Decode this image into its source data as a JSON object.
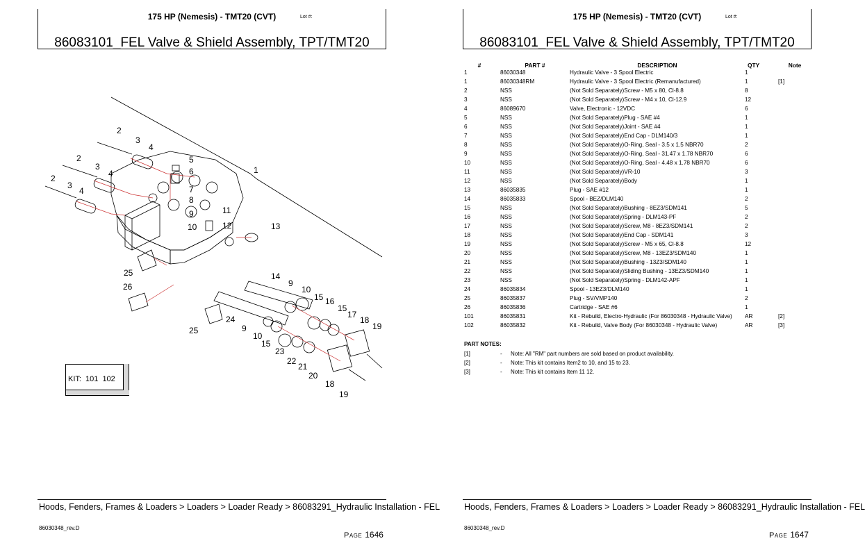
{
  "pages": [
    {
      "model": "175 HP (Nemesis) - TMT20 (CVT)",
      "lot_label": "Lot #:",
      "title": "86083101_FEL Valve & Shield Assembly, TPT/TMT20",
      "breadcrumb": "Hoods, Fenders, Frames & Loaders > Loaders > Loader Ready > 86083291_Hydraulic Installation - FEL",
      "doc_ref": "86030348_rev.D",
      "page_label": "Page",
      "page_number": "1646"
    },
    {
      "model": "175 HP (Nemesis) - TMT20 (CVT)",
      "lot_label": "Lot #:",
      "title": "86083101_FEL Valve & Shield Assembly, TPT/TMT20",
      "breadcrumb": "Hoods, Fenders, Frames & Loaders > Loaders > Loader Ready > 86083291_Hydraulic Installation - FEL",
      "doc_ref": "86030348_rev.D",
      "page_label": "Page",
      "page_number": "1647"
    }
  ],
  "diagram": {
    "callouts": [
      "2",
      "3",
      "4",
      "2",
      "3",
      "4",
      "2",
      "3",
      "4",
      "5",
      "6",
      "1",
      "7",
      "8",
      "9",
      "10",
      "11",
      "12",
      "13",
      "25",
      "26",
      "14",
      "9",
      "10",
      "15",
      "16",
      "15",
      "17",
      "18",
      "19",
      "24",
      "9",
      "10",
      "15",
      "23",
      "22",
      "21",
      "20",
      "18",
      "19",
      "25"
    ],
    "kit_label": "KIT:",
    "kit_items": [
      "101",
      "102"
    ]
  },
  "table": {
    "headers": [
      "#",
      "PART #",
      "DESCRIPTION",
      "QTY",
      "Note"
    ],
    "rows": [
      [
        "1",
        "86030348",
        "Hydraulic Valve - 3 Spool Electric",
        "1",
        ""
      ],
      [
        "1",
        "86030348RM",
        "Hydraulic Valve - 3 Spool Electric (Remanufactured)",
        "1",
        "[1]"
      ],
      [
        "2",
        "NSS",
        "(Not Sold Separately)Screw - M5 x 80, Cl-8.8",
        "8",
        ""
      ],
      [
        "3",
        "NSS",
        "(Not Sold Separately)Screw - M4 x 10, Cl-12.9",
        "12",
        ""
      ],
      [
        "4",
        "86089670",
        "Valve, Electronic - 12VDC",
        "6",
        ""
      ],
      [
        "5",
        "NSS",
        "(Not Sold Separately)Plug - SAE #4",
        "1",
        ""
      ],
      [
        "6",
        "NSS",
        "(Not Sold Separately)Joint - SAE #4",
        "1",
        ""
      ],
      [
        "7",
        "NSS",
        "(Not Sold Separately)End Cap - DLM140/3",
        "1",
        ""
      ],
      [
        "8",
        "NSS",
        "(Not Sold Separately)O-Ring, Seal - 3.5 x 1.5 NBR70",
        "2",
        ""
      ],
      [
        "9",
        "NSS",
        "(Not Sold Separately)O-Ring, Seal - 31.47 x 1.78 NBR70",
        "6",
        ""
      ],
      [
        "10",
        "NSS",
        "(Not Sold Separately)O-Ring, Seal - 4.48 x 1.78 NBR70",
        "6",
        ""
      ],
      [
        "11",
        "NSS",
        "(Not Sold Separately)VR-10",
        "3",
        ""
      ],
      [
        "12",
        "NSS",
        "(Not Sold Separately)Body",
        "1",
        ""
      ],
      [
        "13",
        "86035835",
        "Plug - SAE #12",
        "1",
        ""
      ],
      [
        "14",
        "86035833",
        "Spool - BEZ/DLM140",
        "2",
        ""
      ],
      [
        "15",
        "NSS",
        "(Not Sold Separately)Bushing - 8EZ3/SDM141",
        "5",
        ""
      ],
      [
        "16",
        "NSS",
        "(Not Sold Separately)Spring - DLM143-PF",
        "2",
        ""
      ],
      [
        "17",
        "NSS",
        "(Not Sold Separately)Screw, M8 - 8EZ3/SDM141",
        "2",
        ""
      ],
      [
        "18",
        "NSS",
        "(Not Sold Separately)End Cap - SDM141",
        "3",
        ""
      ],
      [
        "19",
        "NSS",
        "(Not Sold Separately)Screw - M5 x 65, Cl-8.8",
        "12",
        ""
      ],
      [
        "20",
        "NSS",
        "(Not Sold Separately)Screw, M8 - 13EZ3/SDM140",
        "1",
        ""
      ],
      [
        "21",
        "NSS",
        "(Not Sold Separately)Bushing - 13Z3/SDM140",
        "1",
        ""
      ],
      [
        "22",
        "NSS",
        "(Not Sold Separately)Sliding Bushing - 13EZ3/SDM140",
        "1",
        ""
      ],
      [
        "23",
        "NSS",
        "(Not Sold Separately)Spring - DLM142-APF",
        "1",
        ""
      ],
      [
        "24",
        "86035834",
        "Spool - 13EZ3/DLM140",
        "1",
        ""
      ],
      [
        "25",
        "86035837",
        "Plug - SV/VMP140",
        "2",
        ""
      ],
      [
        "26",
        "86035836",
        "Cartridge - SAE #6",
        "1",
        ""
      ],
      [
        "101",
        "86035831",
        "Kit - Rebuild, Electro-Hydraulic (For 86030348 - Hydraulic Valve)",
        "AR",
        "[2]"
      ],
      [
        "102",
        "86035832",
        "Kit - Rebuild, Valve Body (For 86030348 - Hydraulic Valve)",
        "AR",
        "[3]"
      ]
    ]
  },
  "notes": {
    "title": "PART NOTES:",
    "items": [
      {
        "ref": "[1]",
        "dash": "-",
        "text": "Note: All \"RM\" part numbers are sold based on product availability."
      },
      {
        "ref": "[2]",
        "dash": "-",
        "text": "Note: This kit contains Item2 to 10, and 15 to 23."
      },
      {
        "ref": "[3]",
        "dash": "-",
        "text": "Note: This kit contains Item 11  12."
      }
    ]
  }
}
